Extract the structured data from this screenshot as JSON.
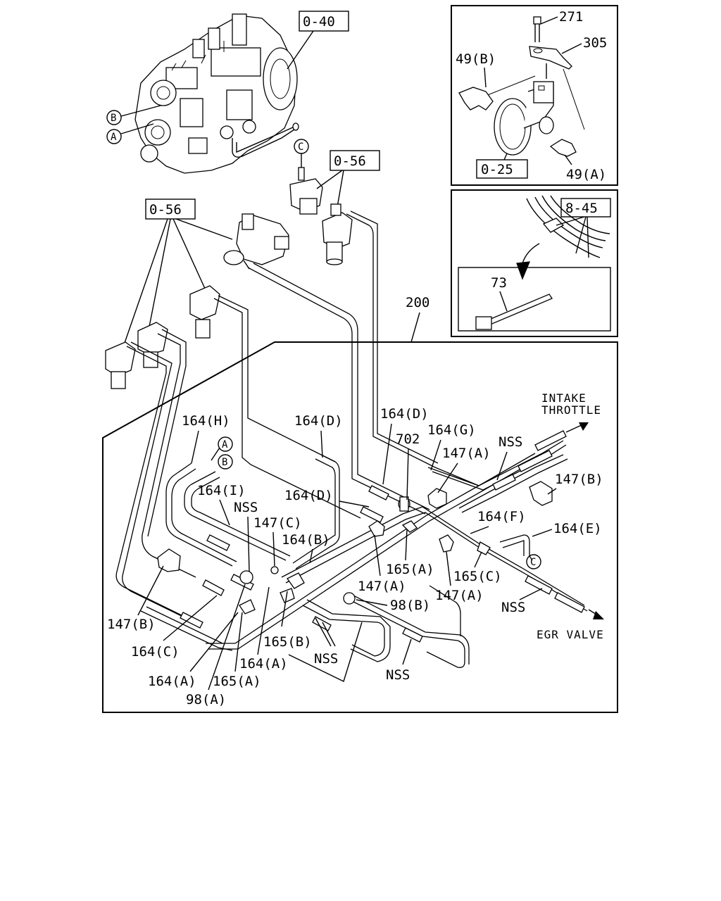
{
  "refs": {
    "r_0_40": "0-40",
    "r_0_56_a": "0-56",
    "r_0_56_b": "0-56",
    "r_0_25": "0-25",
    "r_8_45": "8-45"
  },
  "circles": {
    "engine_b": "B",
    "engine_a": "A",
    "sensor_c": "C",
    "pipe_a": "A",
    "pipe_b": "B",
    "pipe_c": "C"
  },
  "inset_top": {
    "bolt": "271",
    "bracket": "305",
    "clip_b": "49(B)",
    "clip_a": "49(A)"
  },
  "inset_mid": {
    "tie": "73"
  },
  "destinations": {
    "intake_1": "INTAKE",
    "intake_2": "THROTTLE",
    "egr": "EGR VALVE"
  },
  "labels": {
    "assembly": "200",
    "h164_h": "164(H)",
    "h164_d1": "164(D)",
    "h164_d2": "164(D)",
    "h164_d3": "164(D)",
    "h164_g": "164(G)",
    "h702": "702",
    "h147_a1": "147(A)",
    "nss_1": "NSS",
    "h147_b1": "147(B)",
    "h164_i": "164(I)",
    "nss_2": "NSS",
    "h147_c": "147(C)",
    "h164_b": "164(B)",
    "h164_f": "164(F)",
    "h164_e": "164(E)",
    "h165_a1": "165(A)",
    "h165_c": "165(C)",
    "h147_a2": "147(A)",
    "h147_a3": "147(A)",
    "nss_3": "NSS",
    "h98_b": "98(B)",
    "h147_b2": "147(B)",
    "h164_c": "164(C)",
    "h165_b": "165(B)",
    "nss_4": "NSS",
    "h164_a1": "164(A)",
    "h164_a2": "164(A)",
    "h165_a2": "165(A)",
    "h98_a": "98(A)",
    "nss_5": "NSS"
  }
}
